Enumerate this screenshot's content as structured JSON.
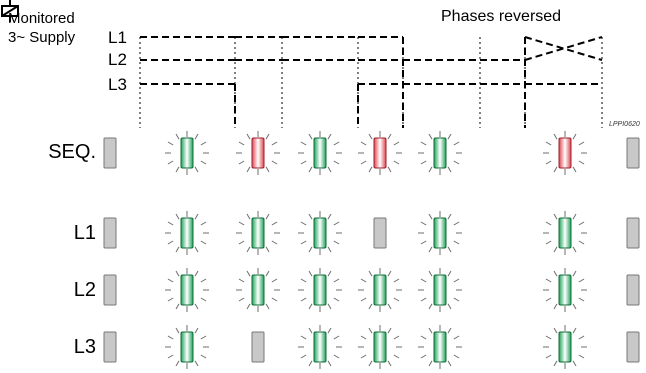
{
  "supply": {
    "line1": "Monitored",
    "line2": "3~ Supply"
  },
  "title": "Phases reversed",
  "code": "LPPI0620",
  "phases": [
    {
      "label": "L1",
      "states": [
        "on",
        "on",
        "on",
        "on",
        "off",
        "off",
        "reversed",
        "on",
        "off"
      ]
    },
    {
      "label": "L2",
      "states": [
        "on",
        "on",
        "on",
        "on",
        "on",
        "on",
        "reversed",
        "on",
        "off"
      ]
    },
    {
      "label": "L3",
      "states": [
        "on",
        "off",
        "off",
        "on",
        "on",
        "on",
        "on",
        "on",
        "off"
      ]
    }
  ],
  "rows": [
    {
      "label": "SEQ.",
      "leds": [
        "off",
        "green",
        "red",
        "green",
        "red",
        "green",
        "none",
        "red",
        "off"
      ]
    },
    {
      "label": "L1",
      "leds": [
        "off",
        "green",
        "green",
        "green",
        "off",
        "green",
        "none",
        "green",
        "off"
      ]
    },
    {
      "label": "L2",
      "leds": [
        "off",
        "green",
        "green",
        "green",
        "green",
        "green",
        "none",
        "green",
        "off"
      ]
    },
    {
      "label": "L3",
      "leds": [
        "off",
        "green",
        "off",
        "green",
        "green",
        "green",
        "none",
        "green",
        "off"
      ]
    }
  ],
  "colors": {
    "green": "#1fa35a",
    "red": "#e0444f",
    "off": "#c8c8c8",
    "line": "#000000"
  }
}
